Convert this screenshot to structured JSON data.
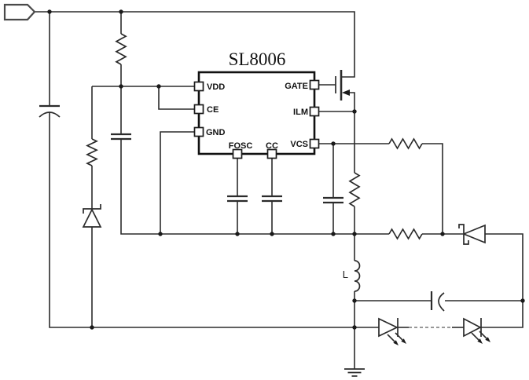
{
  "ic": {
    "title": "SL8006",
    "pins": {
      "vdd": "VDD",
      "ce": "CE",
      "gnd": "GND",
      "fosc": "FOSC",
      "cc": "CC",
      "gate": "GATE",
      "ilm": "ILM",
      "vcs": "VCS"
    }
  },
  "inductor": {
    "label": "L"
  },
  "colors": {
    "wire": "#2b2b2b",
    "ink": "#111111",
    "background": "#ffffff"
  }
}
